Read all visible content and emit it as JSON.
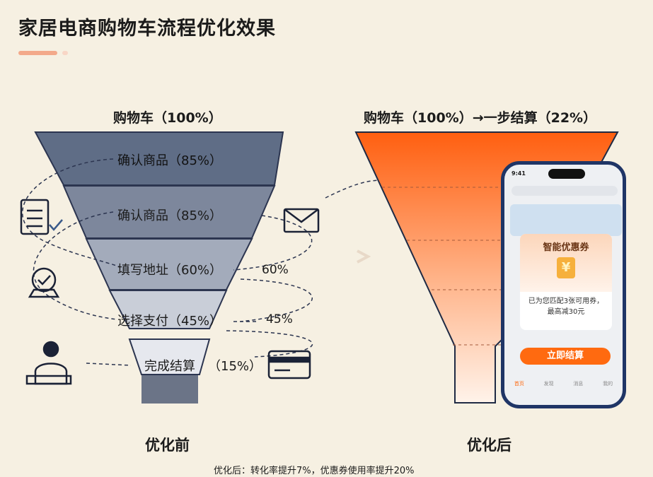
{
  "title": "家居电商购物车流程优化效果",
  "before": {
    "heading": "购物车（100%）",
    "stages": [
      "确认商品（85%）",
      "确认商品（85%）",
      "填写地址（60%）",
      "选择支付（45%）",
      "完成结算"
    ],
    "last_pct": "（15%）",
    "side_labels": [
      "60%",
      "45%"
    ],
    "caption": "优化前"
  },
  "after": {
    "heading": "购物车（100%）→一步结算（22%）",
    "caption": "优化后",
    "phone": {
      "time": "9:41",
      "popup_title": "智能优惠券",
      "coupon_symbol": "¥",
      "popup_text_1": "已为您匹配3张可用券，",
      "popup_text_2": "最高减30元",
      "cta": "立即结算",
      "tabs": [
        "首页",
        "发现",
        "消息",
        "我的"
      ]
    }
  },
  "footer": "优化后：转化率提升7%，优惠券使用率提升20%",
  "colors": {
    "funnel_before": "#5f6d86",
    "funnel_after": "#ff6a1a",
    "accent": "#ff6a10"
  }
}
